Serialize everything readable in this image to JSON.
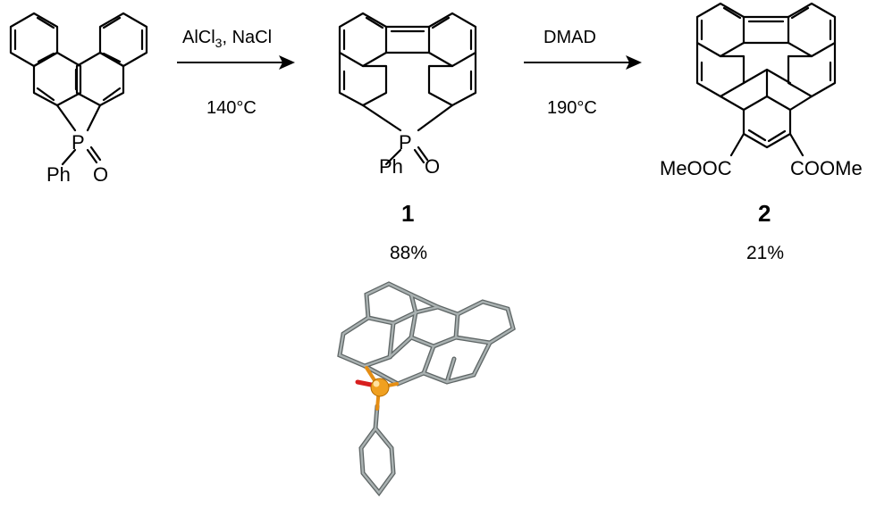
{
  "reaction": {
    "step1": {
      "reagents": "AlCl",
      "reagents_sub": "3",
      "reagents_rest": ", NaCl",
      "temperature": "140°C"
    },
    "step2": {
      "reagent": "DMAD",
      "temperature": "190°C"
    }
  },
  "starting_material": {
    "p_label": "P",
    "o_label": "O",
    "ph_label": "Ph"
  },
  "product1": {
    "number": "1",
    "yield": "88%",
    "p_label": "P",
    "o_label": "O",
    "ph_label": "Ph"
  },
  "product2": {
    "number": "2",
    "yield": "21%",
    "ester_left": "MeOOC",
    "ester_right": "COOMe"
  },
  "colors": {
    "bond": "#000000",
    "crystal_carbon": "#8f9898",
    "crystal_phosphorus": "#f0a020",
    "crystal_oxygen": "#d81e1e"
  }
}
